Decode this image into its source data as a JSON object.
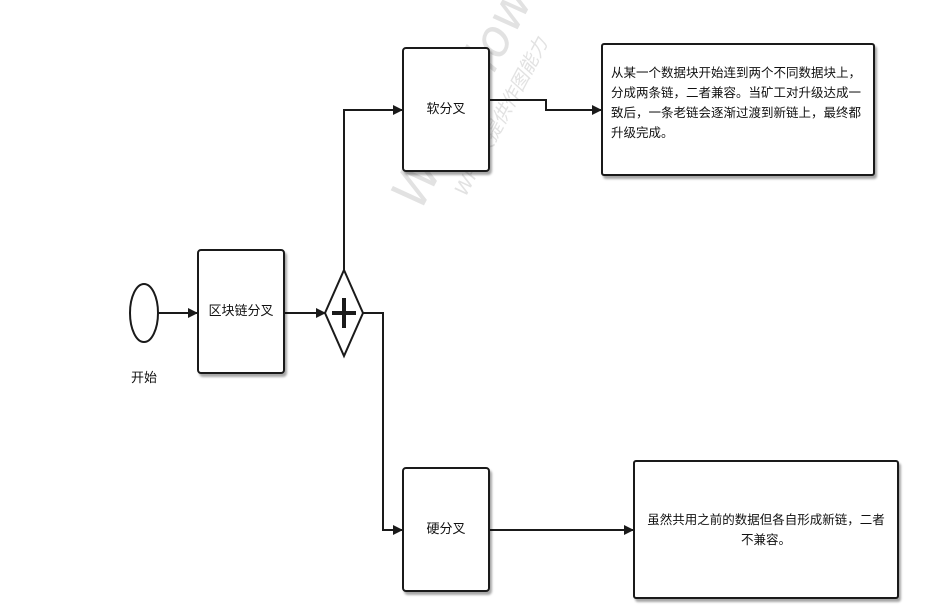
{
  "watermark": {
    "main": "WPS Flow",
    "sub": "WPS仅提供作图能力"
  },
  "nodes": {
    "start_label": "开始",
    "fork": "区块链分叉",
    "soft_fork": "软分叉",
    "hard_fork": "硬分叉"
  },
  "notes": {
    "soft_fork": "从某一个数据块开始连到两个不同数据块上，分成两条链，二者兼容。当矿工对升级达成一致后，一条老链会逐渐过渡到新链上，最终都升级完成。",
    "hard_fork": "虽然共用之前的数据但各自形成新链，二者不兼容。"
  },
  "gateway": {
    "type": "parallel",
    "symbol": "plus-icon"
  },
  "colors": {
    "stroke": "#1a1a1a",
    "watermark": "#e2e2e2"
  }
}
